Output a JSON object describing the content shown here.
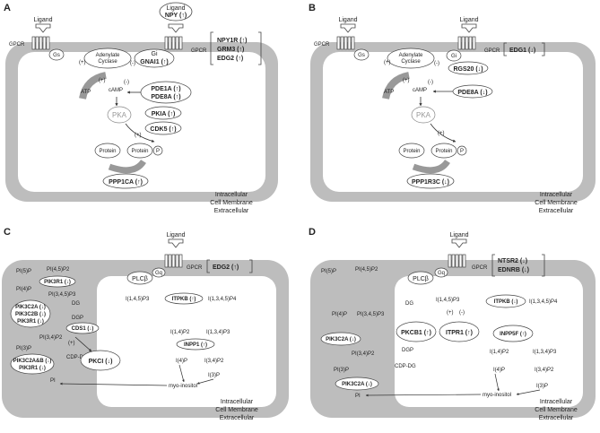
{
  "panels": {
    "A": {
      "letter": "A",
      "ligand": "Ligand",
      "ligand_npy_1": "Ligand",
      "ligand_npy_2": "NPY (↑)",
      "gpcr_left": "GPCR",
      "gpcr_right": "GPCR",
      "gs": "Gs",
      "adenylate_1": "Adenylate",
      "adenylate_2": "Cyclase",
      "gi": "Gi",
      "gnai1": "GNAI1 (↑)",
      "genes": [
        "NPY1R (↑)",
        "GRM3 (↑)",
        "EDG2 (↑)"
      ],
      "atp": "ATP",
      "camp": "cAMP",
      "plus": "(+)",
      "minus": "(-)",
      "pde": [
        "PDE1A (↑)",
        "PDE8A (↑)"
      ],
      "pka": "PKA",
      "pkia": "PKIA (↑)",
      "cdk5": "CDK5 (↑)",
      "protein": "Protein",
      "p": "P",
      "ppp": "PPP1CA (↑)",
      "intracellular": "Intracellular",
      "cell_membrane": "Cell Membrane",
      "extracellular": "Extracellular"
    },
    "B": {
      "letter": "B",
      "ligand_left": "Ligand",
      "ligand_right": "Ligand",
      "gpcr_left": "GPCR",
      "gpcr_right": "GPCR",
      "gs": "Gs",
      "adenylate_1": "Adenylate",
      "adenylate_2": "Cyclase",
      "gi": "Gi",
      "edg1": "EDG1 (↓)",
      "rgs20": "RGS20 (↓)",
      "atp": "ATP",
      "camp": "cAMP",
      "plus": "(+)",
      "minus": "(-)",
      "pde8a": "PDE8A (↓)",
      "pka": "PKA",
      "protein": "Protein",
      "p": "P",
      "ppp": "PPP1R3C (↓)",
      "intracellular": "Intracellular",
      "cell_membrane": "Cell Membrane",
      "extracellular": "Extracellular"
    },
    "C": {
      "letter": "C",
      "ligand": "Ligand",
      "plcb": "PLCβ",
      "gq": "Gq",
      "gpcr": "GPCR",
      "edg2": "EDG2 (↑)",
      "pi5p": "PI(5)P",
      "pi45p2": "PI(4,5)P2",
      "pik3r1": "PIK3R1 (↓)",
      "pi4p": "PI(4)P",
      "pi345p3": "PI(3,4,5)P3",
      "pik3c2a_group": [
        "PIK3C2A (↓)",
        "PIK3C2B (↓)",
        "PIK3R1 (↓)"
      ],
      "pi34p2": "PI(3,4)P2",
      "pi3p": "PI(3)P",
      "pik3c2a_bottom": [
        "PIK3C2A&B (↓)",
        "PIK3R1 (↓)"
      ],
      "pi": "PI",
      "dg": "DG",
      "dgp": "DGP",
      "cds1": "CDS1 (↓)",
      "cdpdg": "CDP-DG",
      "pkci": "PKCI (↓)",
      "plus": "(+)",
      "ip3": "I(1,4,5)P3",
      "itpkb": "ITPKB (↑)",
      "ip4": "I(1,3,4,5)P4",
      "i14p2": "I(1,4)P2",
      "i134p3": "I(1,3,4)P3",
      "inpp1": "INPP1 (↑)",
      "i4p": "I(4)P",
      "i34p2": "I(3,4)P2",
      "i3p": "I(3)P",
      "myo": "myo-inositol",
      "intracellular": "Intracellular",
      "cell_membrane": "Cell Membrane",
      "extracellular": "Extracellular"
    },
    "D": {
      "letter": "D",
      "ligand": "Ligand",
      "plcb": "PLCβ",
      "gq": "Gq",
      "gpcr": "GPCR",
      "genes": [
        "NTSR2 (↓)",
        "EDNRB (↓)"
      ],
      "pi5p": "PI(5)P",
      "pi45p2": "PI(4,5)P2",
      "pi4p": "PI(4)P",
      "pi345p3": "PI(3,4,5)P3",
      "pik3c2a_top": "PIK3C2A (↓)",
      "pi34p2": "PI(3,4)P2",
      "pi3p": "PI(3)P",
      "pik3c2a_bottom": "PIK3C2A (↓)",
      "pi": "PI",
      "dg": "DG",
      "dgp": "DGP",
      "cdpdg": "CDP-DG",
      "pkcb1": "PKCB1 (↑)",
      "ip3": "I(1,4,5)P3",
      "itpr1": "ITPR1 (↑)",
      "plus": "(+)",
      "minus": "(-)",
      "itpkb": "ITPKB (↓)",
      "ip4": "I(1,3,4,5)P4",
      "inpp5f": "INPP5F (↑)",
      "i14p2": "I(1,4)P2",
      "i134p3": "I(1,3,4)P3",
      "i4p": "I(4)P",
      "i34p2": "I(3,4)P2",
      "i3p": "I(3)P",
      "myo": "myo-inositol",
      "intracellular": "Intracellular",
      "cell_membrane": "Cell Membrane",
      "extracellular": "Extracellular"
    }
  }
}
